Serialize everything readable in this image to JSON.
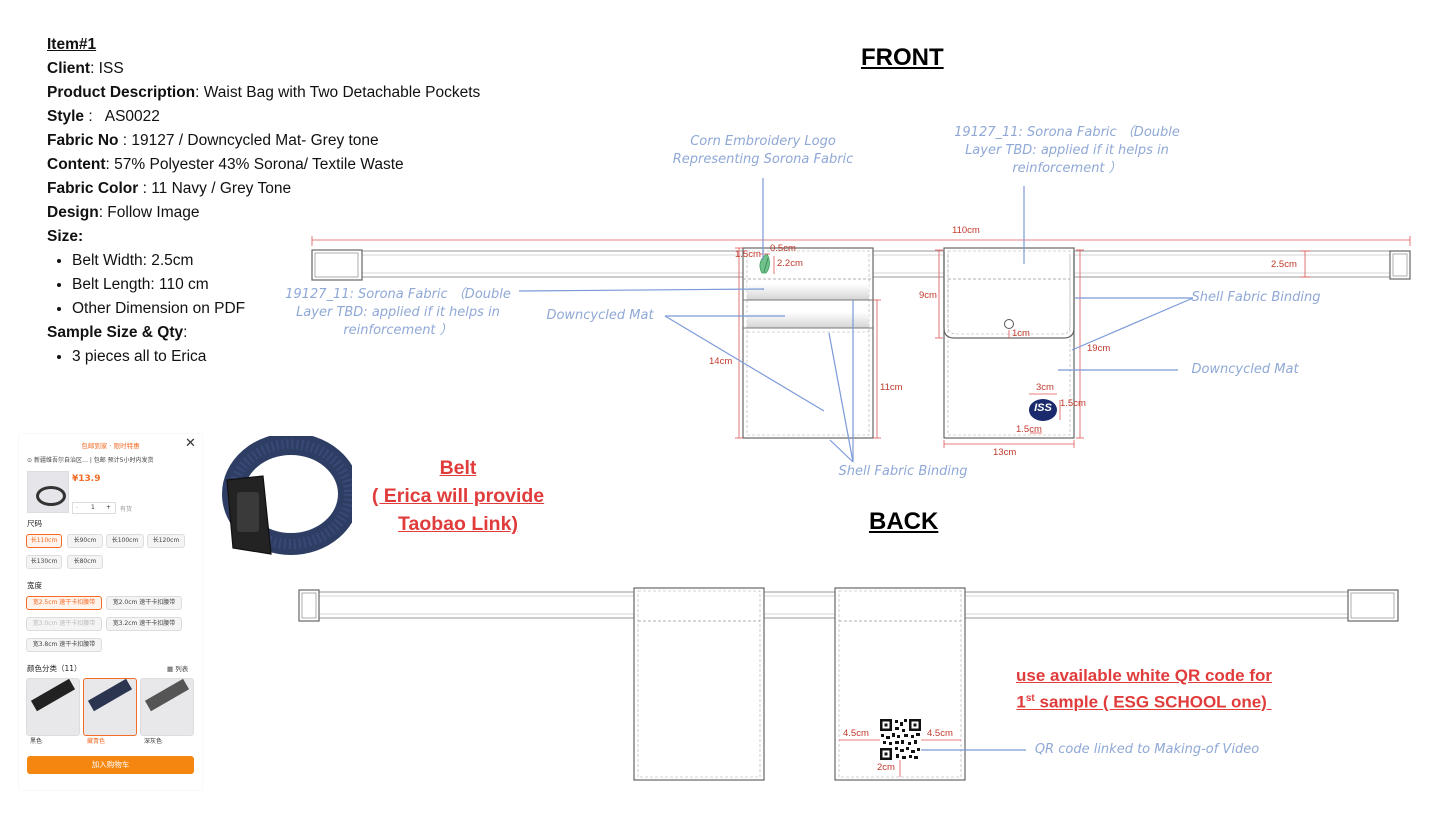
{
  "spec": {
    "item": "Item#1",
    "client_label": "Client",
    "client_value": ": ISS",
    "product_label": "Product Description",
    "product_value": ": Waist Bag with Two Detachable Pockets",
    "style_label": "Style",
    "style_value": " :   AS0022",
    "fabric_no_label": "Fabric No",
    "fabric_no_value": " : 19127 / Downcycled Mat- Grey tone",
    "content_label": "Content",
    "content_value": ": 57% Polyester 43% Sorona/ Textile Waste",
    "fabric_color_label": "Fabric Color",
    "fabric_color_value": " : 11 Navy / Grey Tone",
    "design_label": "Design",
    "design_value": ": Follow Image",
    "size_label": "Size:",
    "size_items": [
      "Belt Width: 2.5cm",
      "Belt Length: 110 cm",
      "Other Dimension on PDF"
    ],
    "sample_label": "Sample Size & Qty",
    "sample_colon": ":",
    "sample_items": [
      "3 pieces all to Erica"
    ]
  },
  "headings": {
    "front": "FRONT",
    "back": "BACK"
  },
  "annotations": {
    "corn_logo": [
      "Corn Embroidery Logo",
      "Representing Sorona Fabric"
    ],
    "sorona_right": [
      "19127_11: Sorona Fabric （Double",
      "Layer TBD: applied if it helps in",
      "reinforcement ）"
    ],
    "sorona_left": [
      "19127_11: Sorona Fabric （Double",
      "Layer TBD: applied if it helps in",
      "reinforcement ）"
    ],
    "downcycled_left": "Downcycled Mat",
    "downcycled_right": "Downcycled Mat",
    "shell_binding_right": "Shell Fabric Binding",
    "shell_binding_bottom": "Shell Fabric Binding",
    "qr_note": "QR code linked to Making-of Video"
  },
  "belt_note": [
    "Belt",
    "( Erica will provide",
    "Taobao Link)"
  ],
  "qr_red_note": {
    "line1": "use available white QR code for",
    "line2_pre": "1",
    "line2_sup": "st",
    "line2_post": " sample ( ESG SCHOOL one) "
  },
  "dimensions": {
    "belt_length": "110cm",
    "belt_width": "2.5cm",
    "d_1_5cm_a": "1.5cm",
    "d_0_5cm": "0.5cm",
    "d_2_2cm": "2.2cm",
    "d_9cm": "9cm",
    "d_14cm": "14cm",
    "d_11cm": "11cm",
    "d_1cm": "1cm",
    "d_19cm": "19cm",
    "d_3cm": "3cm",
    "d_1_5cm_b": "1.5cm",
    "d_1_5cm_c": "1.5cm",
    "d_13cm": "13cm",
    "d_4_5cm_left": "4.5cm",
    "d_4_5cm_right": "4.5cm",
    "d_2cm": "2cm"
  },
  "logo_text": "ISS",
  "taobao": {
    "top_banner": "包邮到家 · 限时特惠",
    "address": "新疆维吾尔自治区…  |  包邮 预计5小时内发货",
    "price": "¥13.9",
    "qty": "1",
    "stock": "有货",
    "size_label": "尺码",
    "sizes": [
      "长110cm",
      "长90cm",
      "长100cm",
      "长120cm",
      "长130cm",
      "长80cm"
    ],
    "width_label": "宽度",
    "widths": [
      "宽2.5cm 速干卡扣腰带",
      "宽2.0cm 速干卡扣腰带",
      "宽3.0cm 速干卡扣腰带",
      "宽3.2cm 速干卡扣腰带",
      "宽3.8cm 速干卡扣腰带"
    ],
    "color_label": "颜色分类（11）",
    "list_label": "列表",
    "colors": [
      "黑色",
      "藏青色",
      "深灰色"
    ],
    "cart_button": "加入购物车",
    "accent": "#f5860f"
  }
}
